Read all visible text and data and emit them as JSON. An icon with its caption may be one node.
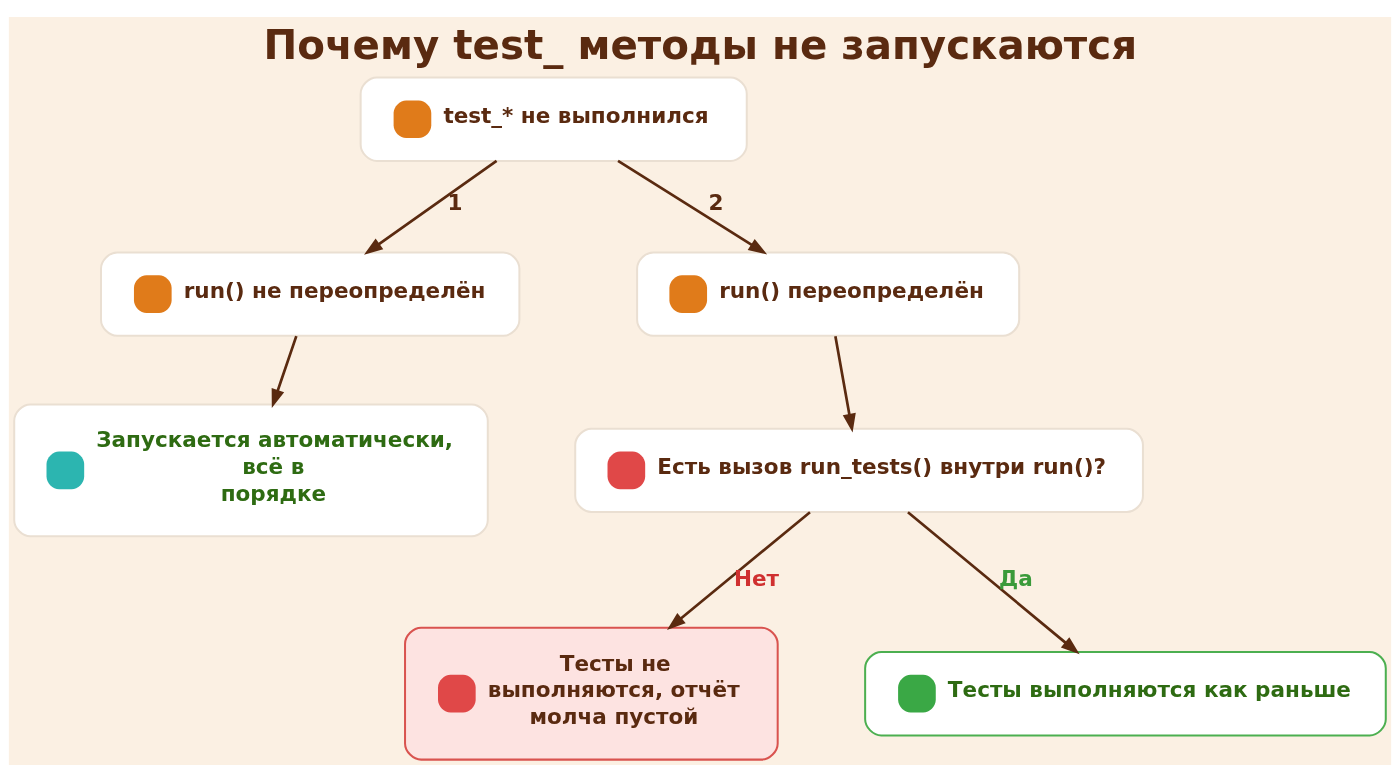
{
  "diagram": {
    "title": "Почему test_ методы не запускаются",
    "nodes": [
      {
        "text": [
          "test_* не выполнился"
        ]
      },
      {
        "text": [
          "run() не переопределён"
        ]
      },
      {
        "text": [
          "run() переопределён"
        ]
      },
      {
        "text": [
          "Запускается автоматически, всё в порядке"
        ]
      },
      {
        "text": [
          "Есть вызов run_tests() внутри run()?"
        ]
      },
      {
        "text": [
          "Тесты не выполняются, отчёт молча пустой"
        ]
      },
      {
        "text": [
          "Тесты выполняются как раньше"
        ]
      }
    ],
    "edges": [
      {
        "from": 0,
        "to": 1,
        "arrow": "to",
        "label": "1"
      },
      {
        "from": 0,
        "to": 2,
        "arrow": "to",
        "label": "2"
      },
      {
        "from": 1,
        "to": 3,
        "arrow": "to"
      },
      {
        "from": 2,
        "to": 4,
        "arrow": "to"
      },
      {
        "from": 4,
        "to": 5,
        "arrow": "to",
        "label": "Нет"
      },
      {
        "from": 4,
        "to": 6,
        "arrow": "to",
        "label": "Да"
      }
    ]
  }
}
